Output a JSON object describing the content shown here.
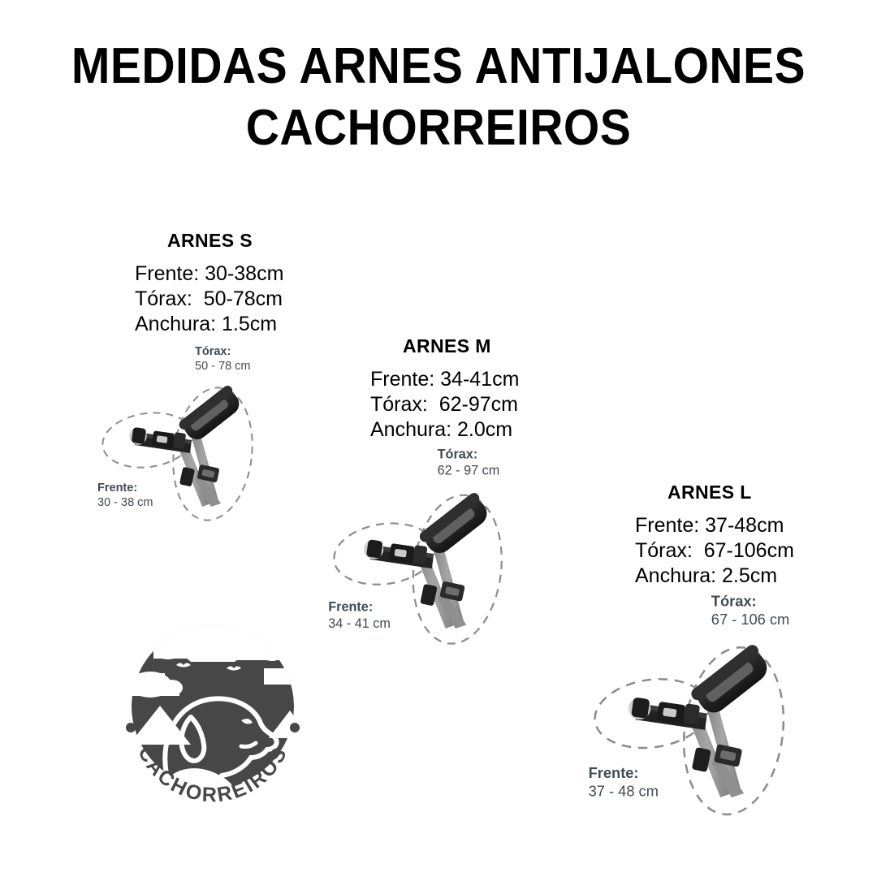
{
  "title": {
    "line1": "MEDIDAS ARNES ANTIJALONES",
    "line2": "CACHORREIROS"
  },
  "sizes": [
    {
      "id": "s",
      "heading": "ARNES S",
      "frente": "Frente: 30-38cm",
      "torax": "Tórax:  50-78cm",
      "anchura": "Anchura: 1.5cm",
      "diagram": {
        "torax_label": "Tórax:",
        "torax_value": "50 - 78 cm",
        "frente_label": "Frente:",
        "frente_value": "30 - 38 cm"
      }
    },
    {
      "id": "m",
      "heading": "ARNES M",
      "frente": "Frente: 34-41cm",
      "torax": "Tórax:  62-97cm",
      "anchura": "Anchura: 2.0cm",
      "diagram": {
        "torax_label": "Tórax:",
        "torax_value": "62 - 97 cm",
        "frente_label": "Frente:",
        "frente_value": "34 - 41 cm"
      }
    },
    {
      "id": "l",
      "heading": "ARNES L",
      "frente": "Frente: 37-48cm",
      "torax": "Tórax:  67-106cm",
      "anchura": "Anchura: 2.5cm",
      "diagram": {
        "torax_label": "Tórax:",
        "torax_value": "67 - 106 cm",
        "frente_label": "Frente:",
        "frente_value": "37 - 48 cm"
      }
    }
  ],
  "logo": {
    "brand_text": "CACHORREIROS",
    "color": "#474747"
  },
  "colors": {
    "background": "#ffffff",
    "title_text": "#000000",
    "spec_text": "#000000",
    "dim_label_text": "#414b52",
    "dash_ellipse": "#8c8c8c",
    "strap_black": "#232323",
    "strap_black_light": "#3d3d3d",
    "webbing_gray": "#9a9a9a",
    "webbing_gray_dark": "#7b7b7b",
    "hardware_silver": "#c9c9c9"
  }
}
